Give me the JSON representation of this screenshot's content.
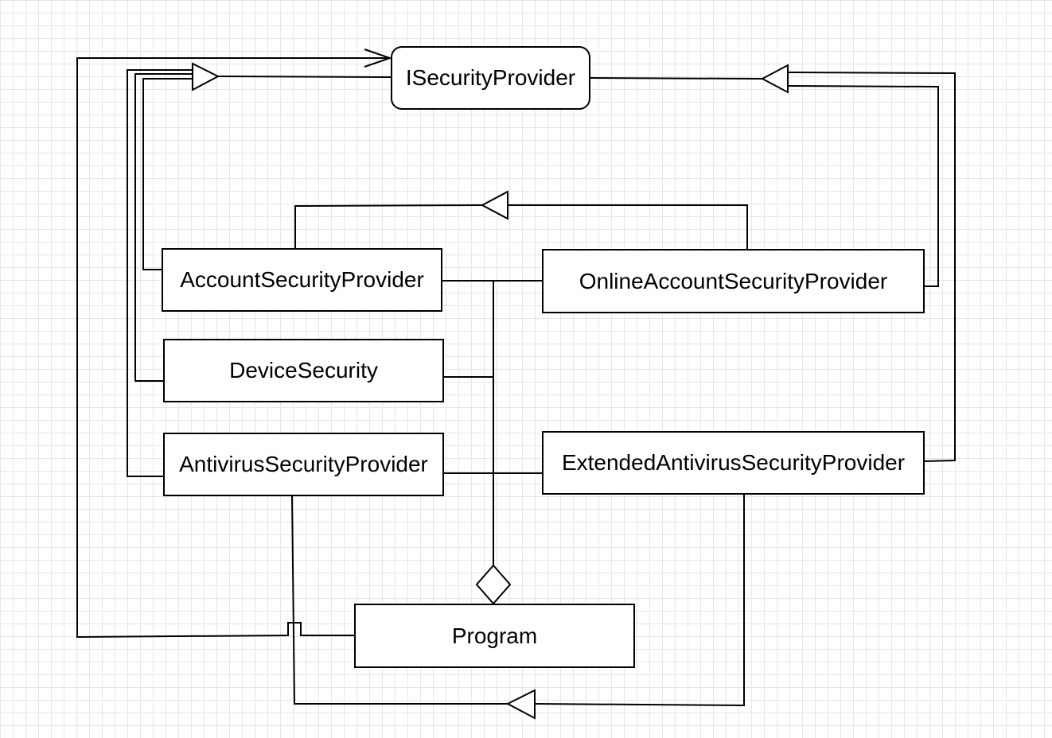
{
  "diagram": {
    "nodes": {
      "isecurity": "ISecurityProvider",
      "account": "AccountSecurityProvider",
      "online_account": "OnlineAccountSecurityProvider",
      "device": "DeviceSecurity",
      "antivirus": "AntivirusSecurityProvider",
      "extended_antivirus": "ExtendedAntivirusSecurityProvider",
      "program": "Program"
    },
    "edges": [
      {
        "from": "account",
        "to": "isecurity",
        "type": "realization"
      },
      {
        "from": "device",
        "to": "isecurity",
        "type": "realization"
      },
      {
        "from": "antivirus",
        "to": "isecurity",
        "type": "realization"
      },
      {
        "from": "online_account",
        "to": "isecurity",
        "type": "realization"
      },
      {
        "from": "extended_antivirus",
        "to": "isecurity",
        "type": "realization"
      },
      {
        "from": "online_account",
        "to": "account",
        "type": "generalization"
      },
      {
        "from": "extended_antivirus",
        "to": "antivirus",
        "type": "generalization"
      },
      {
        "from": "program",
        "to": "isecurity",
        "type": "dependency"
      },
      {
        "from": "program",
        "to": "account",
        "type": "aggregation"
      },
      {
        "from": "program",
        "to": "online_account",
        "type": "aggregation"
      },
      {
        "from": "program",
        "to": "device",
        "type": "aggregation"
      },
      {
        "from": "program",
        "to": "antivirus",
        "type": "aggregation"
      },
      {
        "from": "program",
        "to": "extended_antivirus",
        "type": "aggregation"
      }
    ]
  }
}
